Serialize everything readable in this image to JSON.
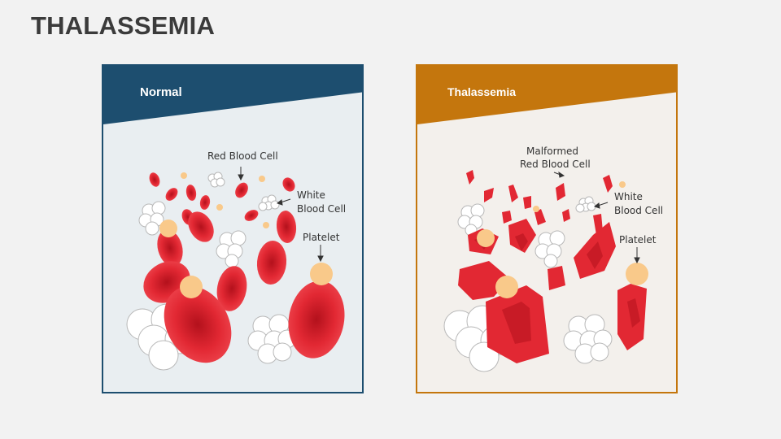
{
  "title": "THALASSEMIA",
  "panels": {
    "normal": {
      "header": "Normal",
      "labels": {
        "red_blood_cell": "Red Blood Cell",
        "white_blood_cell_1": "White",
        "white_blood_cell_2": "Blood Cell",
        "platelet": "Platelet"
      }
    },
    "thalassemia": {
      "header": "Thalassemia",
      "labels": {
        "malformed_1": "Malformed",
        "malformed_2": "Red Blood Cell",
        "white_blood_cell_1": "White",
        "white_blood_cell_2": "Blood Cell",
        "platelet": "Platelet"
      }
    }
  },
  "colors": {
    "normal_header": "#1d4e6f",
    "thal_header": "#c4760d",
    "rbc_red": "#e8303a",
    "platelet": "#f9c98a",
    "wbc": "#ffffff"
  }
}
